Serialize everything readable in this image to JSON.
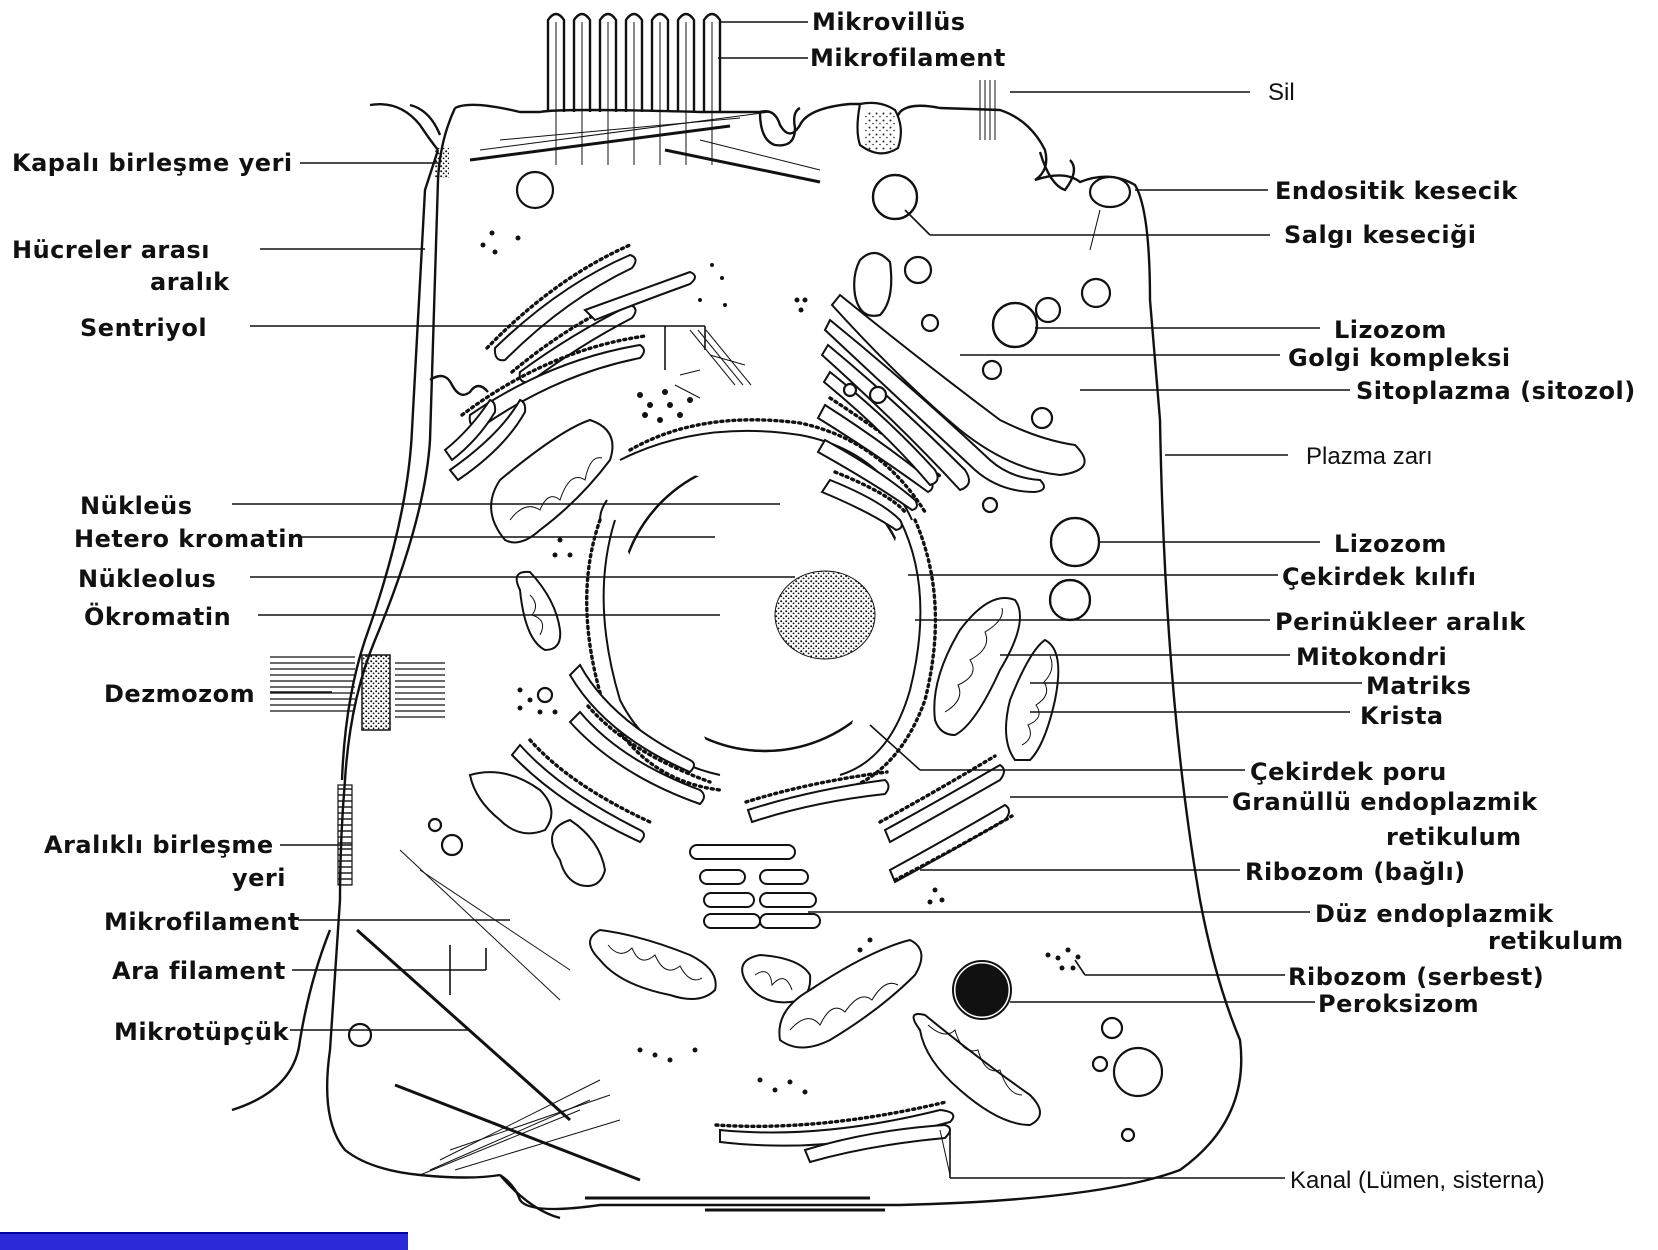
{
  "labels_left": {
    "kapali": "Kapalı birleşme yeri",
    "hucreler_1": "Hücreler arası",
    "hucreler_2": "aralık",
    "sentriyol": "Sentriyol",
    "nukleus": "Nükleüs",
    "heterokromatin": "Hetero kromatin",
    "nukleolus": "Nükleolus",
    "okromatin": "Ökromatin",
    "dezmozom": "Dezmozom",
    "aralikli_1": "Aralıklı birleşme",
    "aralikli_2": "yeri",
    "mikrofilament": "Mikrofilament",
    "ara_filament": "Ara filament",
    "mikrotupcuk": "Mikrotüpçük"
  },
  "labels_top": {
    "mikrovillus": "Mikrovillüs",
    "mikrofilament": "Mikrofilament"
  },
  "labels_right": {
    "sil": "Sil",
    "endositik": "Endositik kesecik",
    "salgi": "Salgı keseciği",
    "lizozom_1": "Lizozom",
    "golgi": "Golgi kompleksi",
    "sitoplazma": "Sitoplazma (sitozol)",
    "plazma": "Plazma zarı",
    "lizozom_2": "Lizozom",
    "cekirdek_kilifi": "Çekirdek kılıfı",
    "perinukleer": "Perinükleer aralık",
    "mitokondri": "Mitokondri",
    "matriks": "Matriks",
    "krista": "Krista",
    "cekirdek_poru": "Çekirdek poru",
    "granullu_1": "Granüllü endoplazmik",
    "granullu_2": "retikulum",
    "ribozom_bagli": "Ribozom (bağlı)",
    "duz_1": "Düz endoplazmik",
    "duz_2": "retikulum",
    "ribozom_serbest": "Ribozom (serbest)",
    "peroksizom": "Peroksizom",
    "kanal": "Kanal (Lümen, sisterna)"
  },
  "colors": {
    "ink": "#111111",
    "bar": "#2a2ad8"
  }
}
